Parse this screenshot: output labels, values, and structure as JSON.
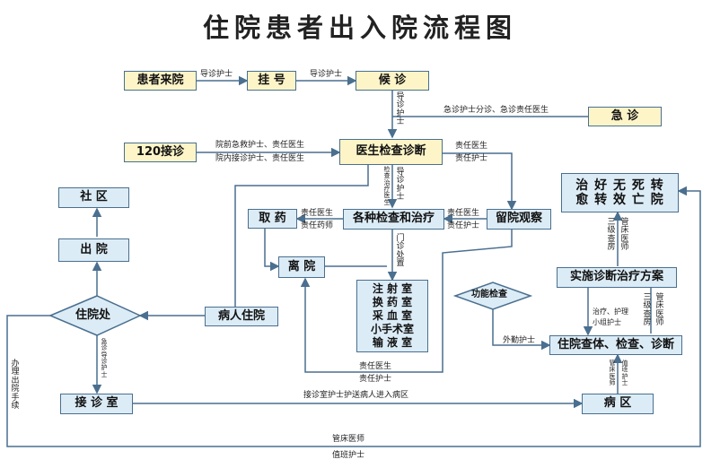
{
  "title": "住院患者出入院流程图",
  "nodes": {
    "patient_arrive": "患者来院",
    "register": "挂 号",
    "wait": "候 诊",
    "emergency": "急 诊",
    "call120": "120接诊",
    "doctor_exam": "医生检查诊断",
    "community": "社 区",
    "discharge": "出 院",
    "exams": "各种检查和治疗",
    "get_medicine": "取 药",
    "observation": "留院观察",
    "leave": "离 院",
    "outcomes": [
      "治 好 无 死 转",
      "愈 转 效 亡 院"
    ],
    "admission_office": "住院处",
    "admit": "病人住院",
    "treatment_rooms": [
      "注 射 室",
      "换 药 室",
      "采 血 室",
      "小手术室",
      "输 液 室"
    ],
    "function_check": "功能检查",
    "treatment_plan": "实施诊断治疗方案",
    "ward_check": "住院查体、检查、诊断",
    "reception": "接 诊 室",
    "ward": "病 区"
  },
  "labels": {
    "guide_nurse_1": "导诊护士",
    "guide_nurse_2": "导诊护士",
    "guide_nurse_v": "导诊护士",
    "emergency_triage": "急诊护士分诊、急诊责任医生",
    "pre_hospital": "院前急救护士、责任医生",
    "in_hospital": "院内接诊护士、责任医生",
    "resp_doctor_r1": "责任医生",
    "resp_nurse_r1": "责任护士",
    "exam_doctor_v": "检查治疗医生",
    "guide_nurse_v2": "导诊护士",
    "resp_doctor_m1": "责任医生",
    "resp_pharm": "责任药师",
    "resp_doctor_m2": "责任医生",
    "resp_nurse_m2": "责任护士",
    "clinic_v": "门诊处置",
    "three_level": "三级查房",
    "bed_doctor_v": "管床医师",
    "three_level_2": "三级查房",
    "bed_doctor_v2": "管床医师",
    "treat_nurse_1": "治疗、护理",
    "treat_nurse_2": "小组护士",
    "outside_nurse": "外勤护士",
    "bed_doctor_v3": "管床医师",
    "duty_nurse_v": "值班护士",
    "resp_doctor_b": "责任医生",
    "resp_nurse_b": "责任护士",
    "reception_escort": "接诊室护士护送病人进入病区",
    "emergency_guide_v": "急诊导诊护士",
    "discharge_proc_v": "办理出院手续",
    "bed_doctor_bottom": "管床医师",
    "duty_nurse_bottom": "值班护士"
  },
  "colors": {
    "box_yellow": "#fdf5c8",
    "box_blue": "#dcecf6",
    "border": "#4a6f8f",
    "line": "#4a6f8f"
  }
}
